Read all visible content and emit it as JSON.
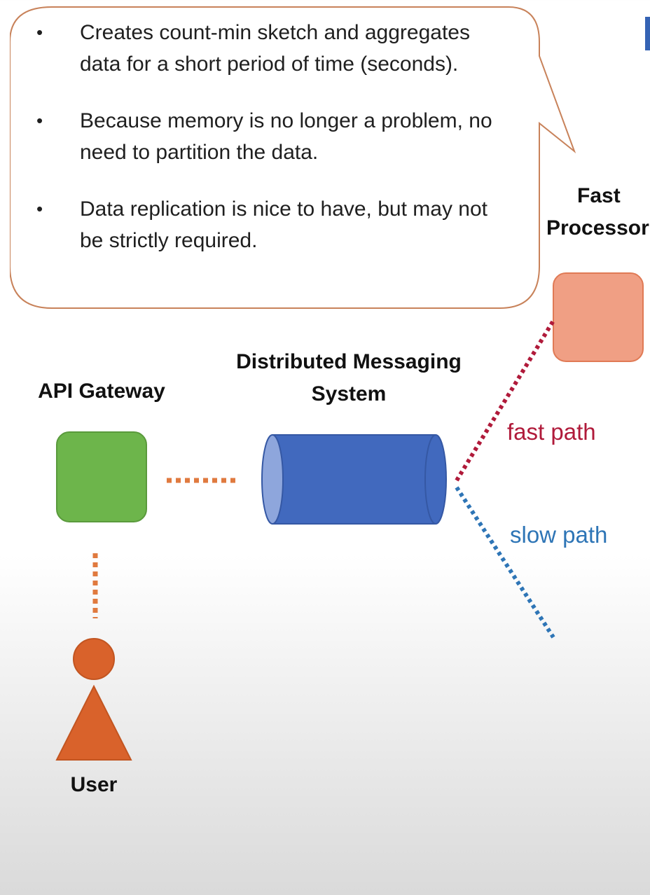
{
  "callout": {
    "bullets": [
      "Creates count-min sketch and aggregates data for a short period of time (seconds).",
      "Because memory is no longer a problem, no need to partition the data.",
      "Data replication is nice to have, but may not be strictly required."
    ],
    "bullet_char": "•"
  },
  "labels": {
    "fast_processor_line1": "Fast",
    "fast_processor_line2": "Processor",
    "dms_line1": "Distributed Messaging",
    "dms_line2": "System",
    "api_gateway": "API Gateway",
    "user": "User",
    "fast_path": "fast path",
    "slow_path": "slow path"
  },
  "colors": {
    "api_gateway": "#6db54b",
    "messaging": "#4169be",
    "messaging_end": "#8ea6dc",
    "fast_processor": "#f09f84",
    "user": "#d9622b",
    "connector_orange": "#e07a3f",
    "fast_path": "#b01a3a",
    "slow_path": "#2e75b6",
    "callout_border": "#c8825a"
  }
}
